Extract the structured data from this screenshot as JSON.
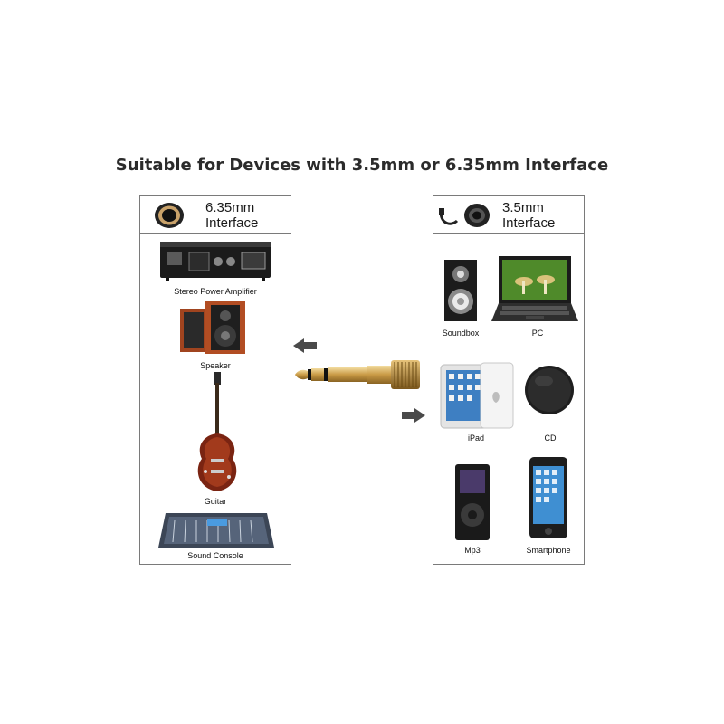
{
  "title": "Suitable for Devices with 3.5mm or 6.35mm Interface",
  "left_panel": {
    "header_line1": "6.35mm",
    "header_line2": "Interface",
    "header_icon": "jack-socket-icon",
    "devices": [
      "Stereo Power Amplifier",
      "Speaker",
      "Guitar",
      "Sound Console"
    ]
  },
  "right_panel": {
    "header_line1": "3.5mm",
    "header_line2": "Interface",
    "header_icon": "headphone-jack-icon",
    "devices": [
      "Soundbox",
      "PC",
      "iPad",
      "CD",
      "Mp3",
      "Smartphone"
    ]
  },
  "center": {
    "product": "gold-adapter-plug",
    "arrow_left": "arrow-left-icon",
    "arrow_right": "arrow-right-icon"
  }
}
